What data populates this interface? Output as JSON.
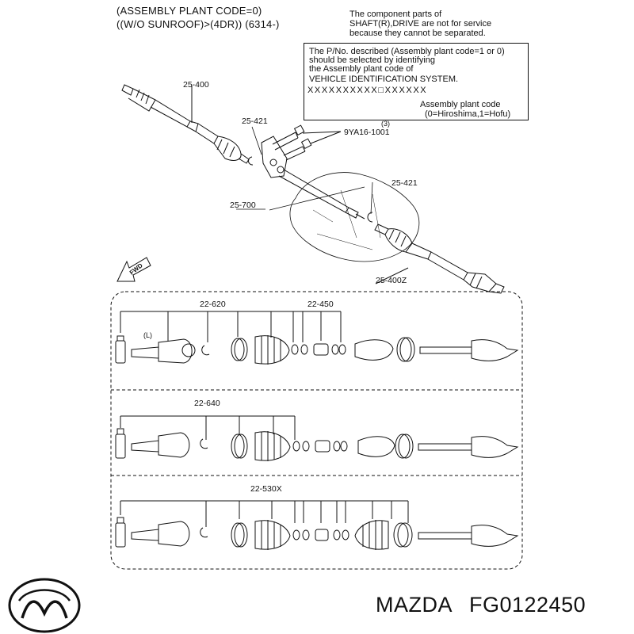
{
  "header": {
    "line1": "(ASSEMBLY PLANT CODE=0)",
    "line2": "((W/O SUNROOF)>(4DR)) (6314-)"
  },
  "note": {
    "line1": "The component parts of",
    "line2": "SHAFT(R),DRIVE are not for service",
    "line3": "because they cannot be separated."
  },
  "info_box": {
    "line1": "The P/No. described (Assembly plant code=1 or 0)",
    "line2": "should be selected by identifying",
    "line3": "the Assembly plant code of",
    "line4": "VEHICLE IDENTIFICATION SYSTEM.",
    "vin_pattern": "XXXXXXXXXX□XXXXXX",
    "code_label": "Assembly plant code",
    "code_values": "(0=Hiroshima,1=Hofu)"
  },
  "callouts": {
    "p25_400": "25-400",
    "p25_421_top": "25-421",
    "p9ya16": "9YA16-1001",
    "qty3": "(3)",
    "p25_421_mid": "25-421",
    "p25_700": "25-700",
    "p25_400z": "25-400Z",
    "fwd": "FWD",
    "p22_620": "22-620",
    "p22_450": "22-450",
    "l_mark": "(L)",
    "p22_640": "22-640",
    "p22_530x": "22-530X"
  },
  "footer": {
    "brand": "MAZDA",
    "part_number": "FG0122450",
    "logo_icon": "mazda-logo-icon"
  }
}
